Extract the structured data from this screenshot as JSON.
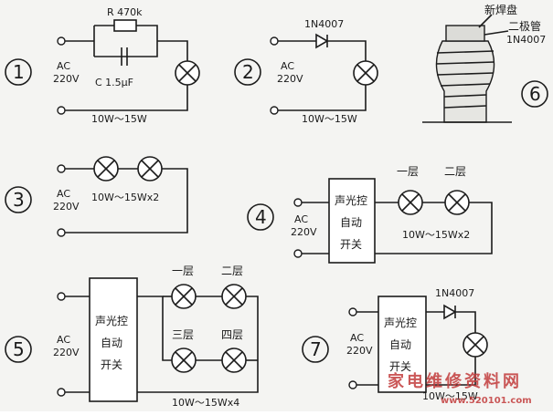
{
  "figure_1": {
    "number": "1",
    "resistor_label": "R  470k",
    "capacitor_label": "C  1.5μF",
    "source_ac": "AC",
    "source_v": "220V",
    "lamp_rating": "10W～15W"
  },
  "figure_2": {
    "number": "2",
    "diode_label": "1N4007",
    "source_ac": "AC",
    "source_v": "220V",
    "lamp_rating": "10W～15W"
  },
  "figure_3": {
    "number": "3",
    "source_ac": "AC",
    "source_v": "220V",
    "lamp_rating": "10W～15Wx2"
  },
  "figure_4": {
    "number": "4",
    "source_ac": "AC",
    "source_v": "220V",
    "switch_line1": "声光控",
    "switch_line2": "自动",
    "switch_line3": "开关",
    "floor1": "一层",
    "floor2": "二层",
    "lamp_rating": "10W～15Wx2"
  },
  "figure_5": {
    "number": "5",
    "source_ac": "AC",
    "source_v": "220V",
    "switch_line1": "声光控",
    "switch_line2": "自动",
    "switch_line3": "开关",
    "floor1": "一层",
    "floor2": "二层",
    "floor3": "三层",
    "floor4": "四层",
    "lamp_rating": "10W～15Wx4"
  },
  "figure_6": {
    "number": "6",
    "solder_label": "新焊盘",
    "diode_label_1": "二极管",
    "diode_label_2": "1N4007"
  },
  "figure_7": {
    "number": "7",
    "source_ac": "AC",
    "source_v": "220V",
    "switch_line1": "声光控",
    "switch_line2": "自动",
    "switch_line3": "开关",
    "diode_label": "1N4007",
    "lamp_rating": "10W～15W"
  },
  "watermark": {
    "text": "家电维修资料网",
    "url": "www.520101.com"
  }
}
